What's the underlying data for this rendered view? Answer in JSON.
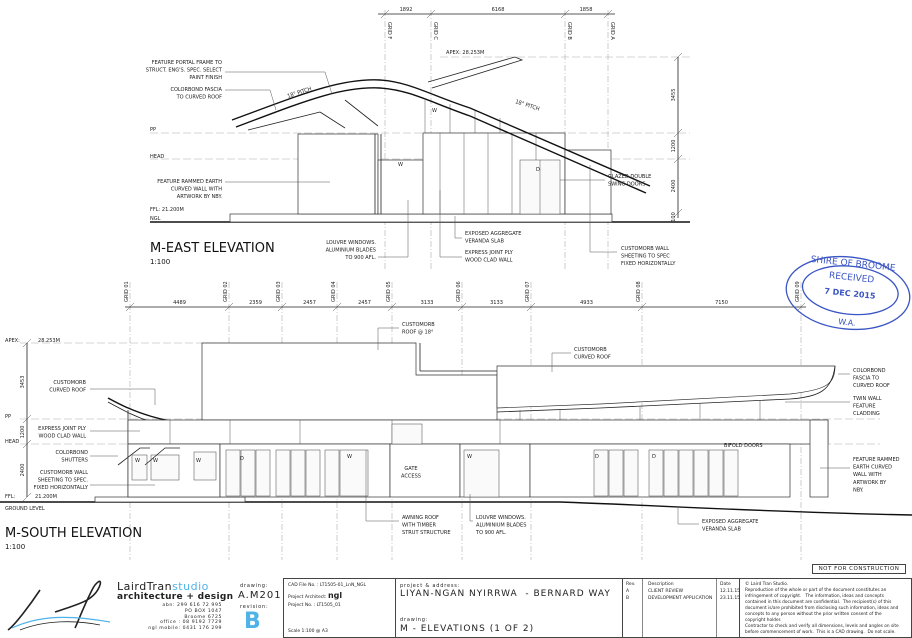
{
  "east_elevation": {
    "title": "M-EAST ELEVATION",
    "scale": "1:100",
    "apex": "APEX: 28.253M",
    "levels": {
      "pp": "PP",
      "head": "HEAD",
      "ffl": "FFL: 21.200M",
      "ngl": "NGL"
    },
    "grids": [
      "GRID F",
      "GRID C",
      "GRID B",
      "GRID A"
    ],
    "grid_dims": [
      "1892",
      "6168",
      "1858"
    ],
    "height_dims": [
      "3455",
      "1200",
      "2400",
      "100"
    ],
    "pitch_labels": [
      "18° PITCH",
      "18° PITCH"
    ],
    "tags": [
      "W",
      "W",
      "D"
    ],
    "callouts": {
      "portal_frame": [
        "FEATURE PORTAL FRAME TO",
        "STRUCT. ENG'S. SPEC. SELECT",
        "PAINT FINISH"
      ],
      "fascia": [
        "COLORBOND FASCIA",
        "TO CURVED ROOF"
      ],
      "rammed_earth": [
        "FEATURE RAMMED EARTH",
        "CURVED WALL WITH",
        "ARTWORK BY NBY."
      ],
      "louvre": [
        "LOUVRE WINDOWS.",
        "ALUMINIUM BLADES",
        "TO 900 AFL."
      ],
      "aggregate": [
        "EXPOSED AGGREGATE",
        "VERANDA SLAB"
      ],
      "ply": [
        "EXPRESS JOINT PLY",
        "WOOD CLAD WALL"
      ],
      "wall_sheeting": [
        "CUSTOMORB WALL",
        "SHEETING TO SPEC",
        "FIXED HORIZONTALLY"
      ],
      "glazed_doors": [
        "GLAZED DOUBLE",
        "SWING DOORS"
      ]
    }
  },
  "south_elevation": {
    "title": "M-SOUTH ELEVATION",
    "scale": "1:100",
    "levels": {
      "apex": "APEX:",
      "apex_value": "28.253M",
      "pp": "PP",
      "head": "HEAD",
      "ffl": "FFL:",
      "ffl_value": "21.200M",
      "ground": "GROUND LEVEL"
    },
    "grids": [
      "GRID 01",
      "GRID 02",
      "GRID 03",
      "GRID 04",
      "GRID 05",
      "GRID 06",
      "GRID 07",
      "GRID 08",
      "GRID 09"
    ],
    "grid_dims": [
      "4489",
      "2359",
      "2457",
      "2457",
      "3133",
      "3133",
      "4933",
      "7150"
    ],
    "height_dims": [
      "3453",
      "1200",
      "2400"
    ],
    "tags": [
      "W",
      "W",
      "W",
      "D",
      "W",
      "W",
      "D",
      "D"
    ],
    "callouts": {
      "roof_18": [
        "CUSTOMORB",
        "ROOF @ 18°"
      ],
      "curved_roof_right": [
        "CUSTOMORB",
        "CURVED ROOF"
      ],
      "curved_roof_left": [
        "CUSTOMORB",
        "CURVED ROOF"
      ],
      "ply": [
        "EXPRESS JOINT PLY",
        "WOOD CLAD WALL"
      ],
      "shutters": [
        "COLORBOND",
        "SHUTTERS"
      ],
      "wall_sheeting": [
        "CUSTOMORB WALL",
        "SHEETING TO SPEC.",
        "FIXED HORIZONTALLY"
      ],
      "gate": [
        "GATE",
        "ACCESS"
      ],
      "awning": [
        "AWNING ROOF",
        "WITH TIMBER",
        "STRUT STRUCTURE"
      ],
      "louvre": [
        "LOUVRE WINDOWS.",
        "ALUMINIUM BLADES",
        "TO 900 AFL."
      ],
      "aggregate": [
        "EXPOSED AGGREGATE",
        "VERANDA SLAB"
      ],
      "fascia": [
        "COLORBOND",
        "FASCIA TO",
        "CURVED ROOF"
      ],
      "twin_wall": [
        "TWIN WALL",
        "FEATURE",
        "CLADDING"
      ],
      "rammed_earth": [
        "FEATURE RAMMED",
        "EARTH CURVED",
        "WALL WITH",
        "ARTWORK BY",
        "NBY."
      ],
      "bifold": [
        "BIFOLD DOORS"
      ]
    }
  },
  "stamp": {
    "top": "SHIRE   OF   BROOME",
    "received": "RECEIVED",
    "date": "7  DEC  2015",
    "bottom": "W.A."
  },
  "title_block": {
    "status": "NOT   FOR   CONSTRUCTION",
    "company_name_a": "LairdTran",
    "company_name_b": "studio",
    "company_tagline": "architecture + design",
    "abn": "abn: 299 616 72 995",
    "po_box": "PO BOX 1047",
    "town": "Broome 6725",
    "office": "office : 08 9192 7729",
    "mobile": "ngl mobile: 0431 176 299",
    "drawing_label": "drawing:",
    "drawing_no": "A.M201",
    "revision_label": "revision:",
    "revision": "B",
    "cad_file": "CAD File No. : LT1505-01_LnN_NGL",
    "project_architect_label": "Project Architect:",
    "project_architect": "ngl",
    "project_no": "Project No. : LT1505_01",
    "scale": "Scale 1:100 @ A3",
    "project_address_label": "project & address:",
    "project_address": "LIYAN-NGAN NYIRRWA  - BERNARD WAY",
    "drawing_title_label": "drawing:",
    "drawing_title": "M - ELEVATIONS (1 OF 2)",
    "rev_headers": [
      "Rev.",
      "Description",
      "Date"
    ],
    "revisions": [
      {
        "rev": "A",
        "description": "CLIENT REVIEW",
        "date": "12.11.15"
      },
      {
        "rev": "B",
        "description": "DEVELOPMENT APPLICATION",
        "date": "23.11.15"
      }
    ],
    "copyright": [
      "© Laird Tran Studio.",
      "Reproduction of the whole or part of the document constitutes an",
      "infringement of copyright.   The information, ideas and concepts",
      "contained in this document are confidential.  The recipient(s) of this",
      "document is/are prohibited from disclosing such information, ideas and",
      "concepts to any person without the prior written consent of the",
      "copyright holder.",
      "Contractor to check and verify all dimensions, levels and angles on site",
      "before commencement of work.  This is a CAD drawing.  Do not scale."
    ]
  },
  "colors": {
    "stamp": "#3a55c4",
    "brand_accent": "#4fb3e8",
    "linework": "#222222"
  }
}
